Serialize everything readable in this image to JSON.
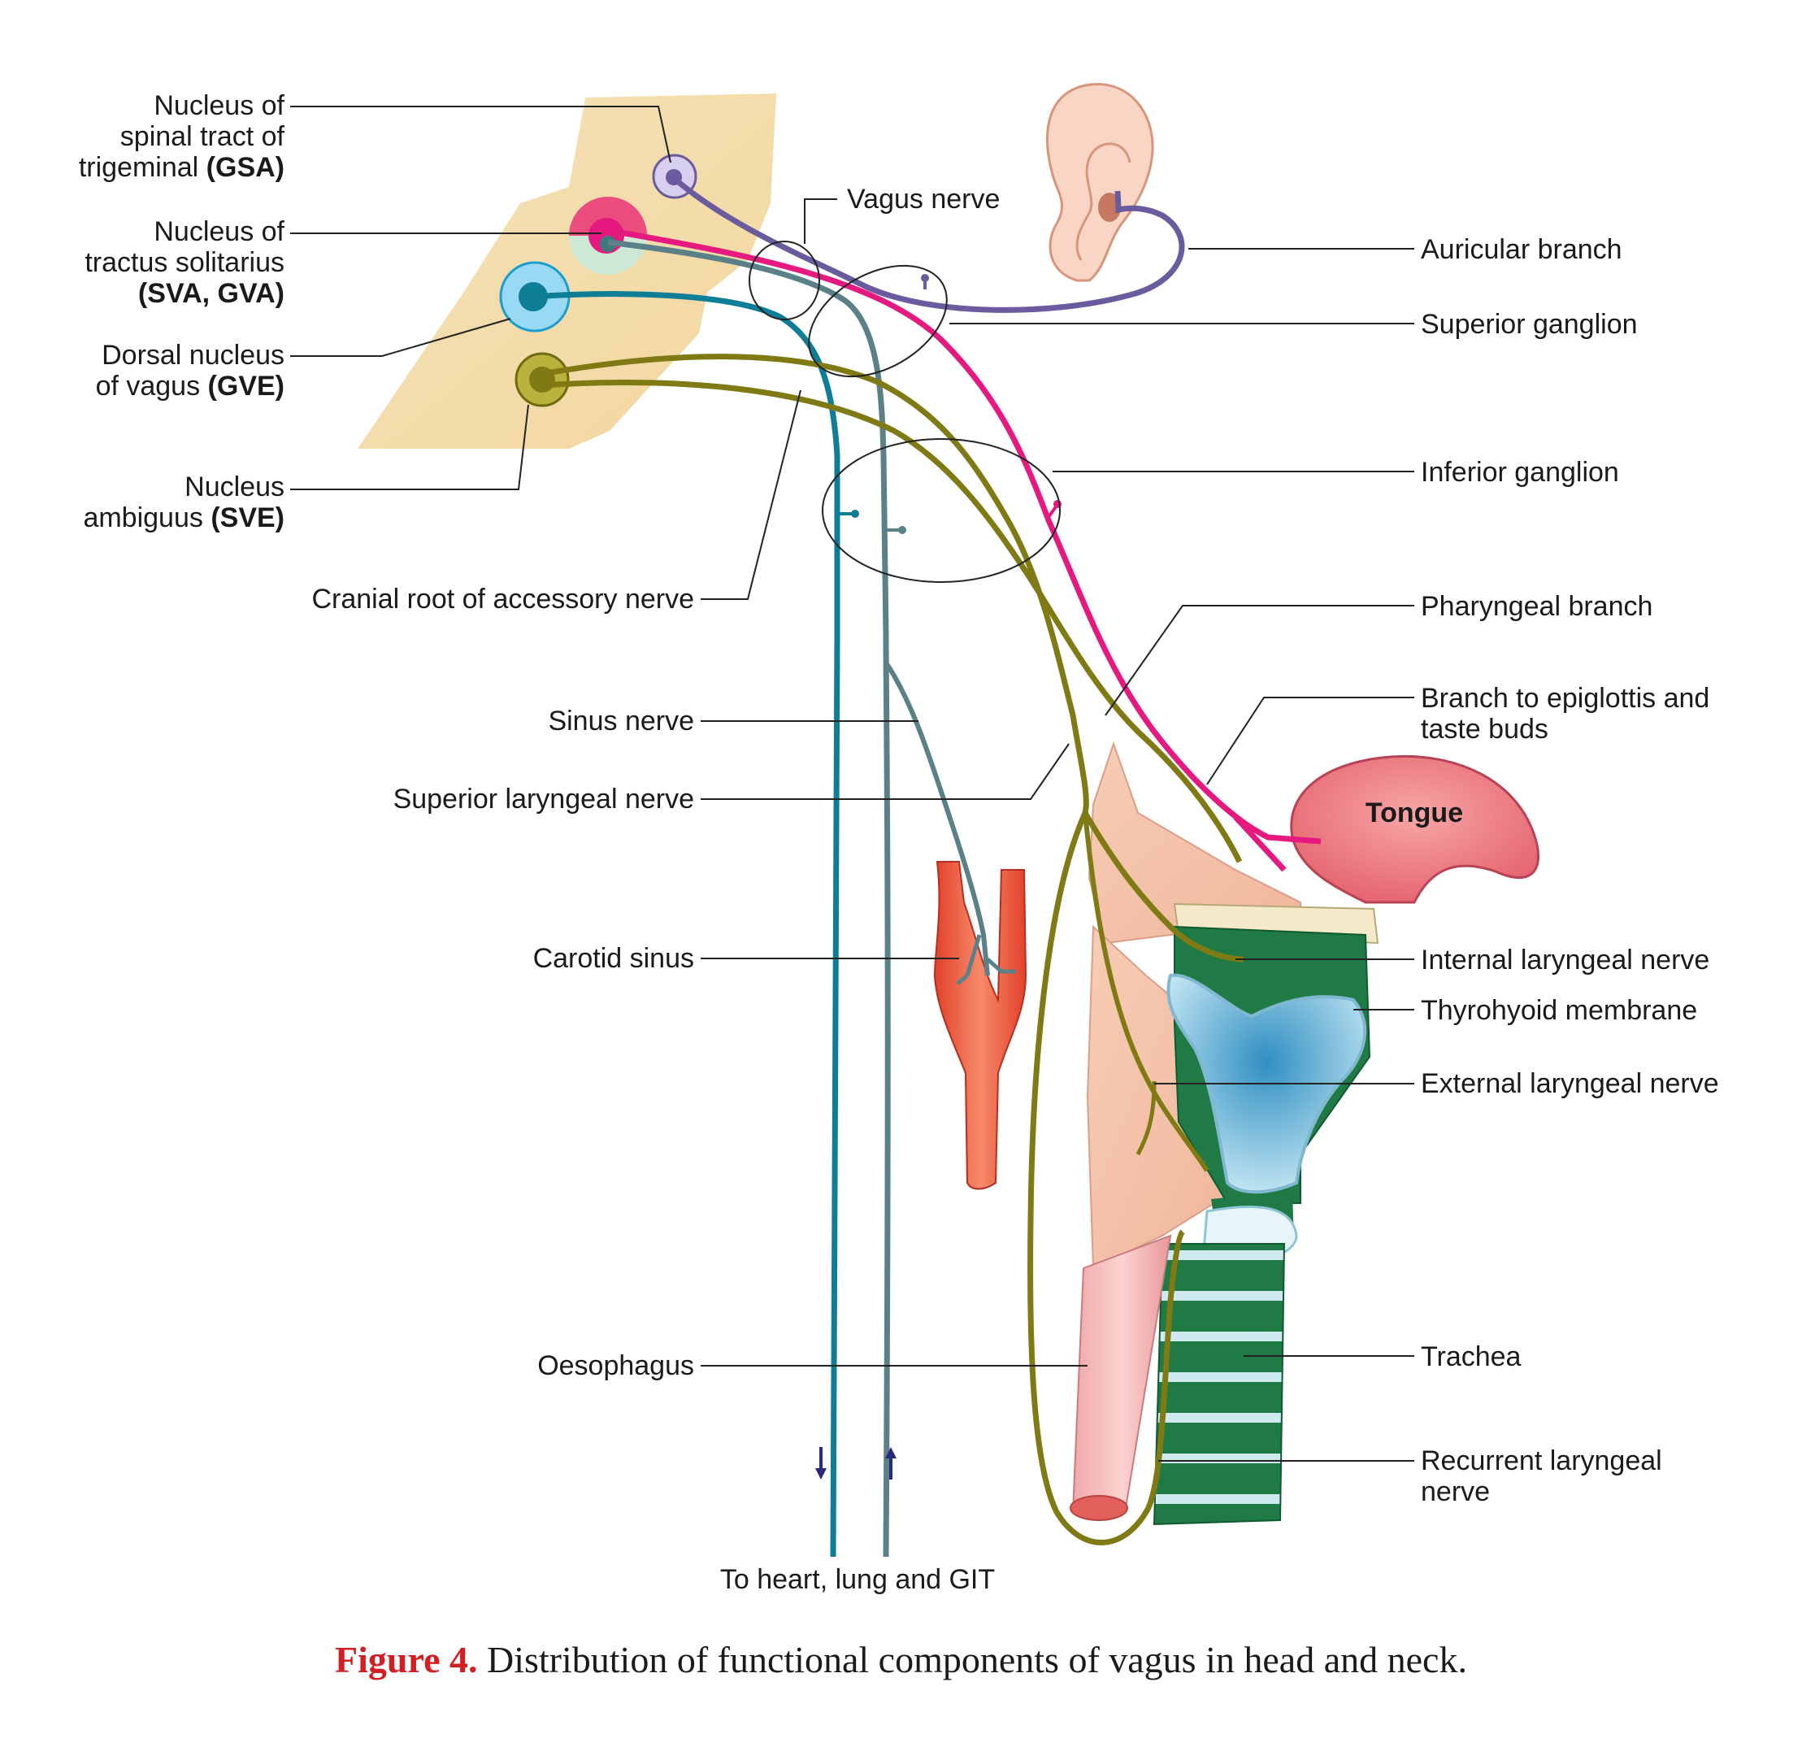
{
  "labels": {
    "nucleus_spinal_tract_1": "Nucleus of",
    "nucleus_spinal_tract_2": "spinal tract of",
    "nucleus_spinal_tract_3": "trigeminal",
    "nucleus_spinal_tract_abbr": "(GSA)",
    "nucleus_tractus_1": "Nucleus of",
    "nucleus_tractus_2": "tractus solitarius",
    "nucleus_tractus_abbr": "(SVA, GVA)",
    "dorsal_nucleus_1": "Dorsal nucleus",
    "dorsal_nucleus_2": "of vagus",
    "dorsal_nucleus_abbr": "(GVE)",
    "nucleus_ambiguus_1": "Nucleus",
    "nucleus_ambiguus_2": "ambiguus",
    "nucleus_ambiguus_abbr": "(SVE)",
    "cranial_root": "Cranial root of accessory nerve",
    "sinus_nerve": "Sinus nerve",
    "superior_laryngeal": "Superior laryngeal nerve",
    "carotid_sinus": "Carotid sinus",
    "oesophagus": "Oesophagus",
    "to_heart": "To heart, lung and GIT",
    "vagus_nerve": "Vagus nerve",
    "auricular_branch": "Auricular branch",
    "superior_ganglion": "Superior ganglion",
    "inferior_ganglion": "Inferior ganglion",
    "pharyngeal_branch": "Pharyngeal branch",
    "branch_epiglottis_1": "Branch to epiglottis and",
    "branch_epiglottis_2": "taste buds",
    "tongue": "Tongue",
    "internal_laryngeal": "Internal laryngeal nerve",
    "thyrohyoid": "Thyrohyoid membrane",
    "external_laryngeal": "External laryngeal nerve",
    "trachea": "Trachea",
    "recurrent_laryngeal_1": "Recurrent laryngeal",
    "recurrent_laryngeal_2": "nerve"
  },
  "caption": {
    "figure_label": "Figure 4.",
    "text": " Distribution of functional components of vagus in head and neck."
  },
  "colors": {
    "gsa": "#6a5a9e",
    "sva": "#e5197f",
    "gve": "#0e7d96",
    "gvA_grey": "#5a8088",
    "sve": "#7f7a13",
    "brainstem": "#f4dfb0",
    "caption_red": "#d21f24"
  }
}
